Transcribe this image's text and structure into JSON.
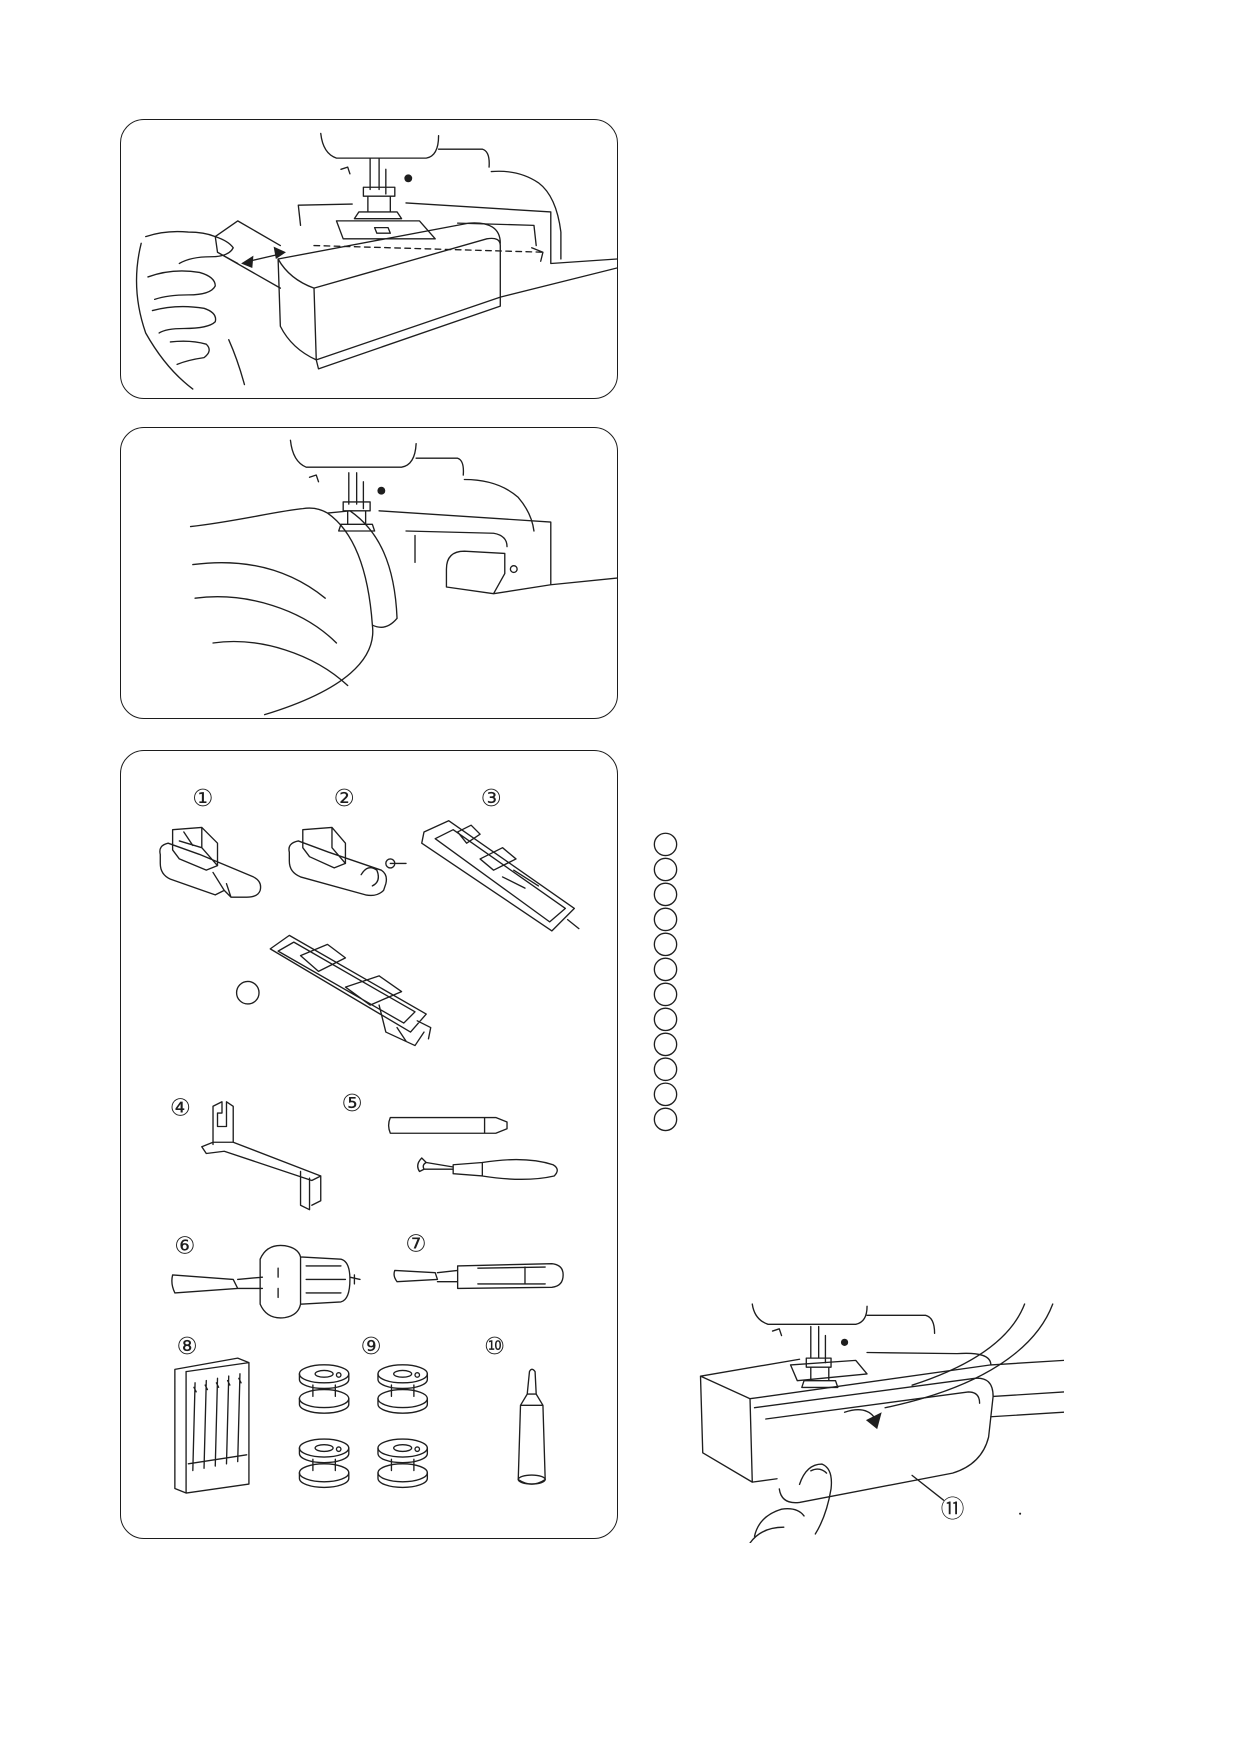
{
  "accessories_figure": {
    "labels": [
      "①",
      "②",
      "③",
      "④",
      "⑤",
      "⑥",
      "⑦",
      "⑧",
      "⑨",
      "⑩"
    ]
  },
  "accessory_box_figure": {
    "label": "⑪"
  }
}
